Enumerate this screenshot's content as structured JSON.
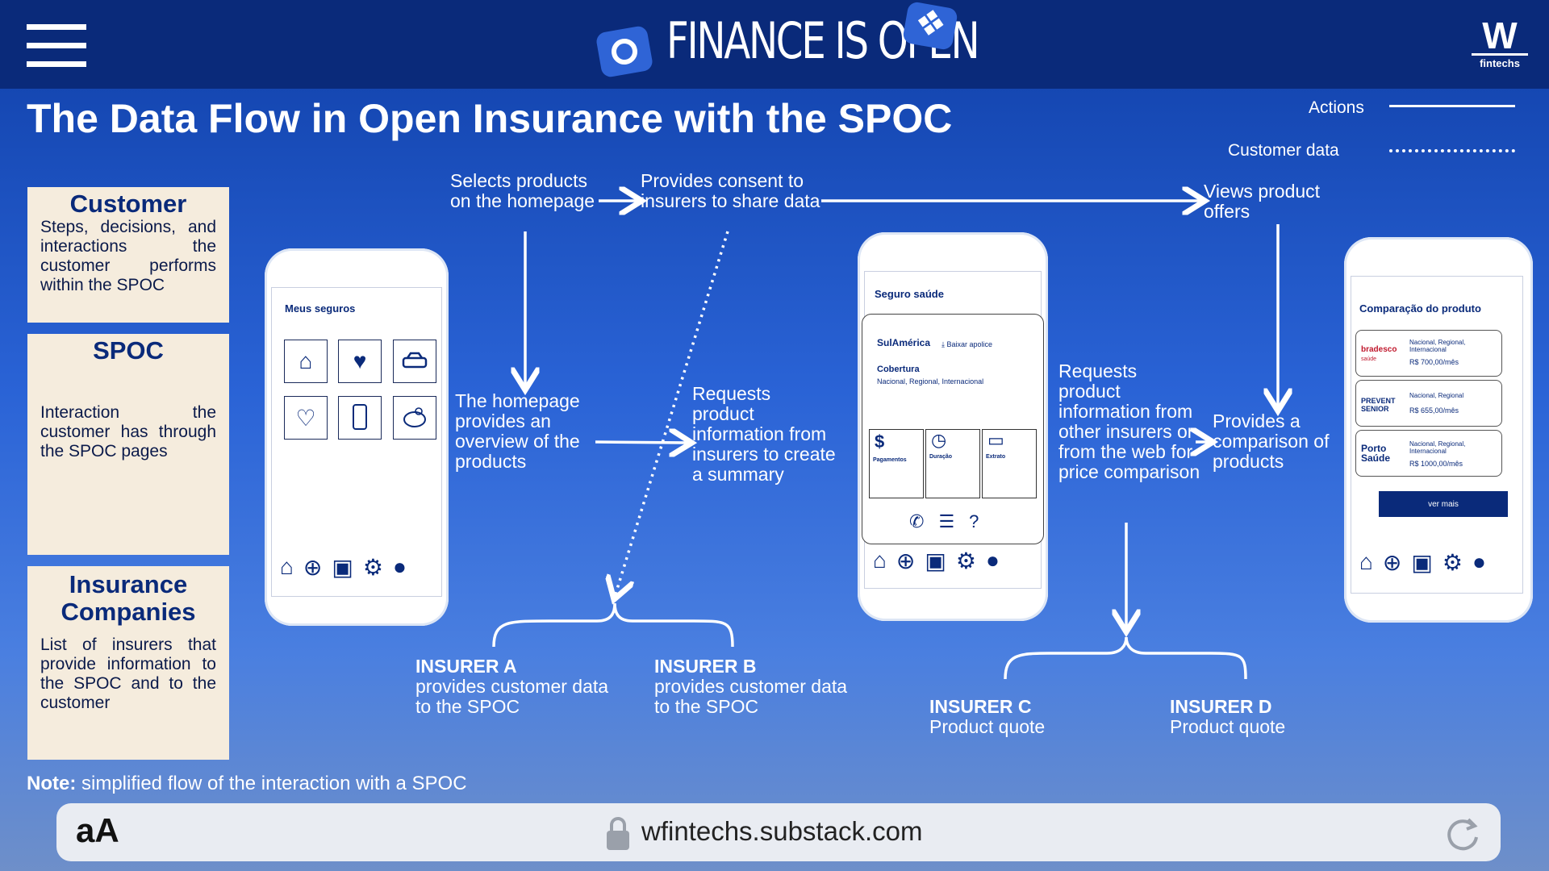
{
  "header": {
    "logo_text": "FINANCE IS OPEN",
    "brand_letter": "W",
    "brand_name": "fintechs"
  },
  "title": "The Data Flow in Open Insurance with the SPOC",
  "legend": {
    "actions_label": "Actions",
    "customer_data_label": "Customer data"
  },
  "roles": [
    {
      "title": "Customer",
      "text": "Steps, decisions, and interactions the customer performs within the SPOC"
    },
    {
      "title": "SPOC",
      "text": "Interaction the customer has through the SPOC pages"
    },
    {
      "title": "Insurance Companies",
      "text": "List of insurers that provide information to the SPOC and to the customer"
    }
  ],
  "steps": {
    "selects": "Selects products on the homepage",
    "consent": "Provides consent to insurers to share data",
    "views": "Views product offers",
    "homepage": "The homepage provides an overview of the products",
    "requests_summary": "Requests product information from insurers to create a summary",
    "requests_other": "Requests product information from other insurers or from the web for price comparison",
    "comparison": "Provides a comparison of products"
  },
  "insurers": [
    {
      "name": "INSURER A",
      "text": "provides customer data to the SPOC"
    },
    {
      "name": "INSURER B",
      "text": "provides customer data to the SPOC"
    },
    {
      "name": "INSURER C",
      "text": "Product quote"
    },
    {
      "name": "INSURER D",
      "text": "Product quote"
    }
  ],
  "phone1": {
    "title": "Meus seguros",
    "icons": [
      "home-icon",
      "heart-pulse-icon",
      "car-icon",
      "paw-heart-icon",
      "phone-hand-icon",
      "piggy-bank-icon"
    ]
  },
  "phone2": {
    "title": "Seguro saúde",
    "insurer_logo": "SulAmérica",
    "download_label": "Baixar apolice",
    "coverage_label": "Cobertura",
    "coverage_value": "Nacional, Regional, Internacional",
    "tiles": [
      {
        "icon": "$",
        "label": "Pagamentos"
      },
      {
        "icon": "◷",
        "label": "Duração"
      },
      {
        "icon": "▭",
        "label": "Extrato"
      }
    ]
  },
  "phone3": {
    "title": "Comparação do produto",
    "offers": [
      {
        "logo": "bradesco",
        "logo_sub": "saúde",
        "coverage": "Nacional, Regional, Internacional",
        "price": "R$ 700,00/mês"
      },
      {
        "logo": "PREVENT SENIOR",
        "logo_sub": "",
        "coverage": "Nacional, Regional",
        "price": "R$ 655,00/mês"
      },
      {
        "logo": "Porto Saúde",
        "logo_sub": "",
        "coverage": "Nacional, Regional, Internacional",
        "price": "R$ 1000,00/mês"
      }
    ],
    "button_label": "ver mais"
  },
  "note": {
    "bold": "Note:",
    "text": " simplified flow of the interaction with a SPOC"
  },
  "browser": {
    "text_size": "aA",
    "url": "wfintechs.substack.com"
  }
}
